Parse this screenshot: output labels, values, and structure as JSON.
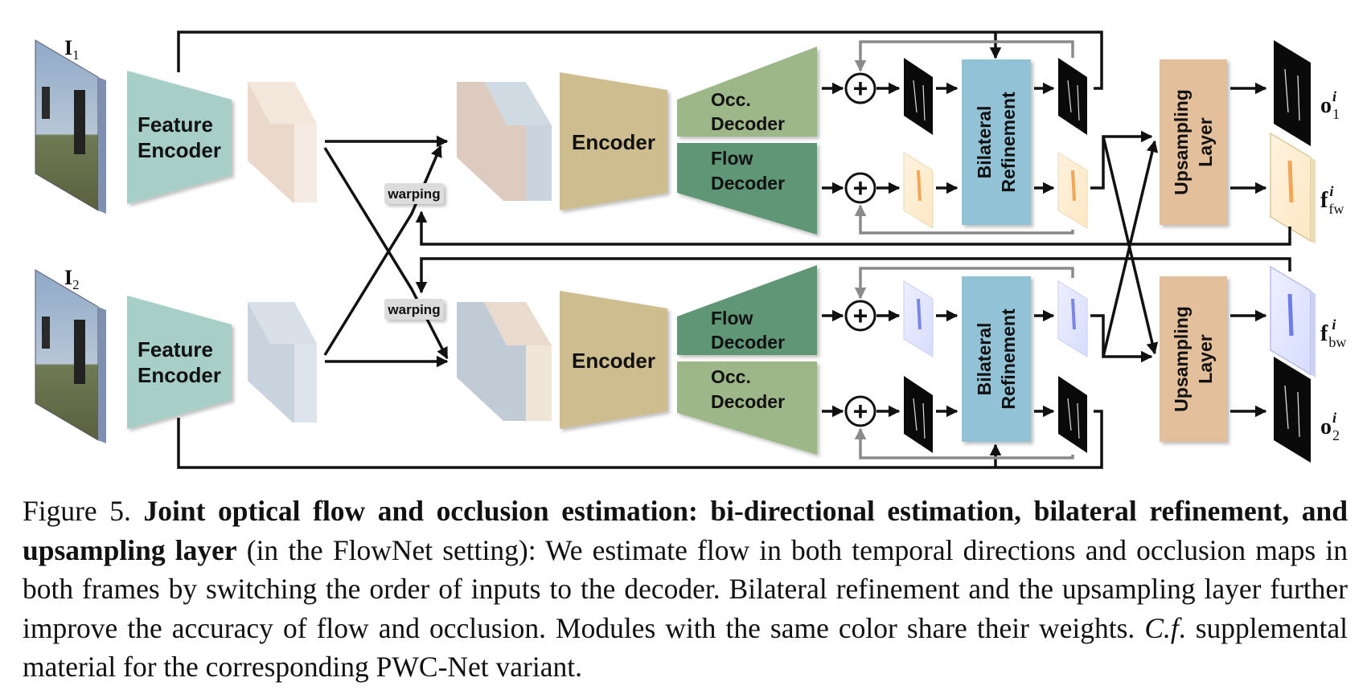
{
  "diagram": {
    "inputs": {
      "i1": {
        "base": "I",
        "sub": "1"
      },
      "i2": {
        "base": "I",
        "sub": "2"
      }
    },
    "feature_encoder": {
      "line1": "Feature",
      "line2": "Encoder"
    },
    "warping": "warping",
    "encoder": "Encoder",
    "occ_decoder": {
      "line1": "Occ.",
      "line2": "Decoder"
    },
    "flow_decoder": {
      "line1": "Flow",
      "line2": "Decoder"
    },
    "bilateral_refinement": {
      "line1": "Bilateral",
      "line2": "Refinement"
    },
    "upsampling_layer": {
      "line1": "Upsampling",
      "line2": "Layer"
    },
    "outputs": {
      "o1": {
        "base": "o",
        "sub": "1",
        "sup": "i"
      },
      "ffw": {
        "base": "f",
        "sub": "fw",
        "sup": "i"
      },
      "fbw": {
        "base": "f",
        "sub": "bw",
        "sup": "i"
      },
      "o2": {
        "base": "o",
        "sub": "2",
        "sup": "i"
      }
    },
    "plus_symbol": "+",
    "colors": {
      "feature_encoder": "#a7cfc8",
      "encoder": "#cdbd8f",
      "occ_decoder": "#9db789",
      "flow_decoder": "#5e9676",
      "bilateral": "#92c2d6",
      "upsampling": "#e4bf9b",
      "feature_tan": "#ead9cb",
      "feature_gray": "#c9d3dd",
      "arrow_black": "#111111",
      "arrow_gray": "#8a8a8a"
    }
  },
  "caption": {
    "figure_label": "Figure 5.",
    "title": "Joint optical flow and occlusion estimation: bi-directional estimation, bilateral refinement, and upsampling layer",
    "body_part1": " (in the FlowNet setting): We estimate flow in both temporal directions and occlusion maps in both frames by switching the order of inputs to the decoder. Bilateral refinement and the upsampling layer further improve the accuracy of flow and occlusion. Modules with the same color share their weights. ",
    "cf": "C.f",
    "body_part2": ". supplemental material for the corresponding PWC-Net variant."
  }
}
